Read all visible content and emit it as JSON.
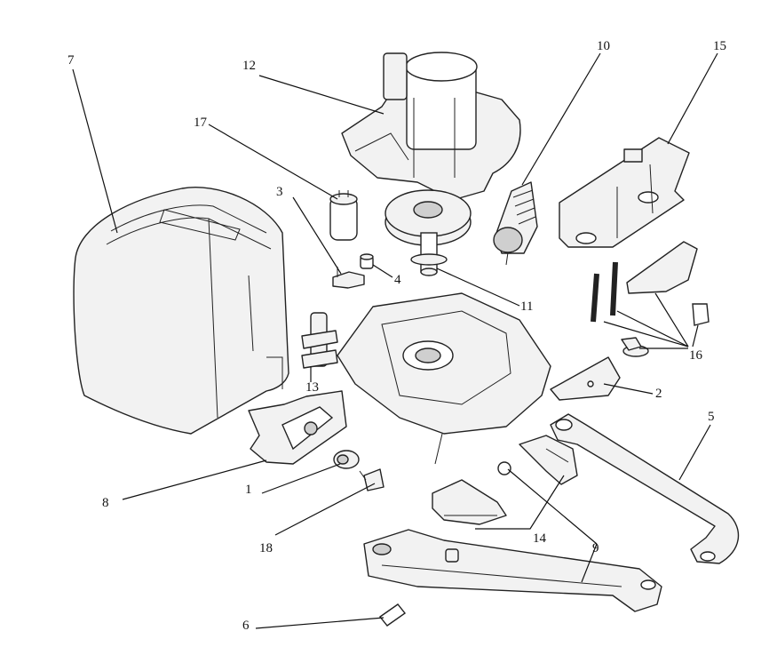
{
  "callouts": {
    "c1": "1",
    "c2": "2",
    "c3": "3",
    "c4": "4",
    "c5": "5",
    "c6": "6",
    "c7": "7",
    "c8": "8",
    "c9": "9",
    "c10": "10",
    "c11": "11",
    "c12": "12",
    "c13": "13",
    "c14": "14",
    "c15": "15",
    "c16": "16",
    "c17": "17",
    "c18": "18"
  },
  "colors": {
    "line": "#222222",
    "fill": "#f2f2f2",
    "shade": "#cfcfcf"
  }
}
